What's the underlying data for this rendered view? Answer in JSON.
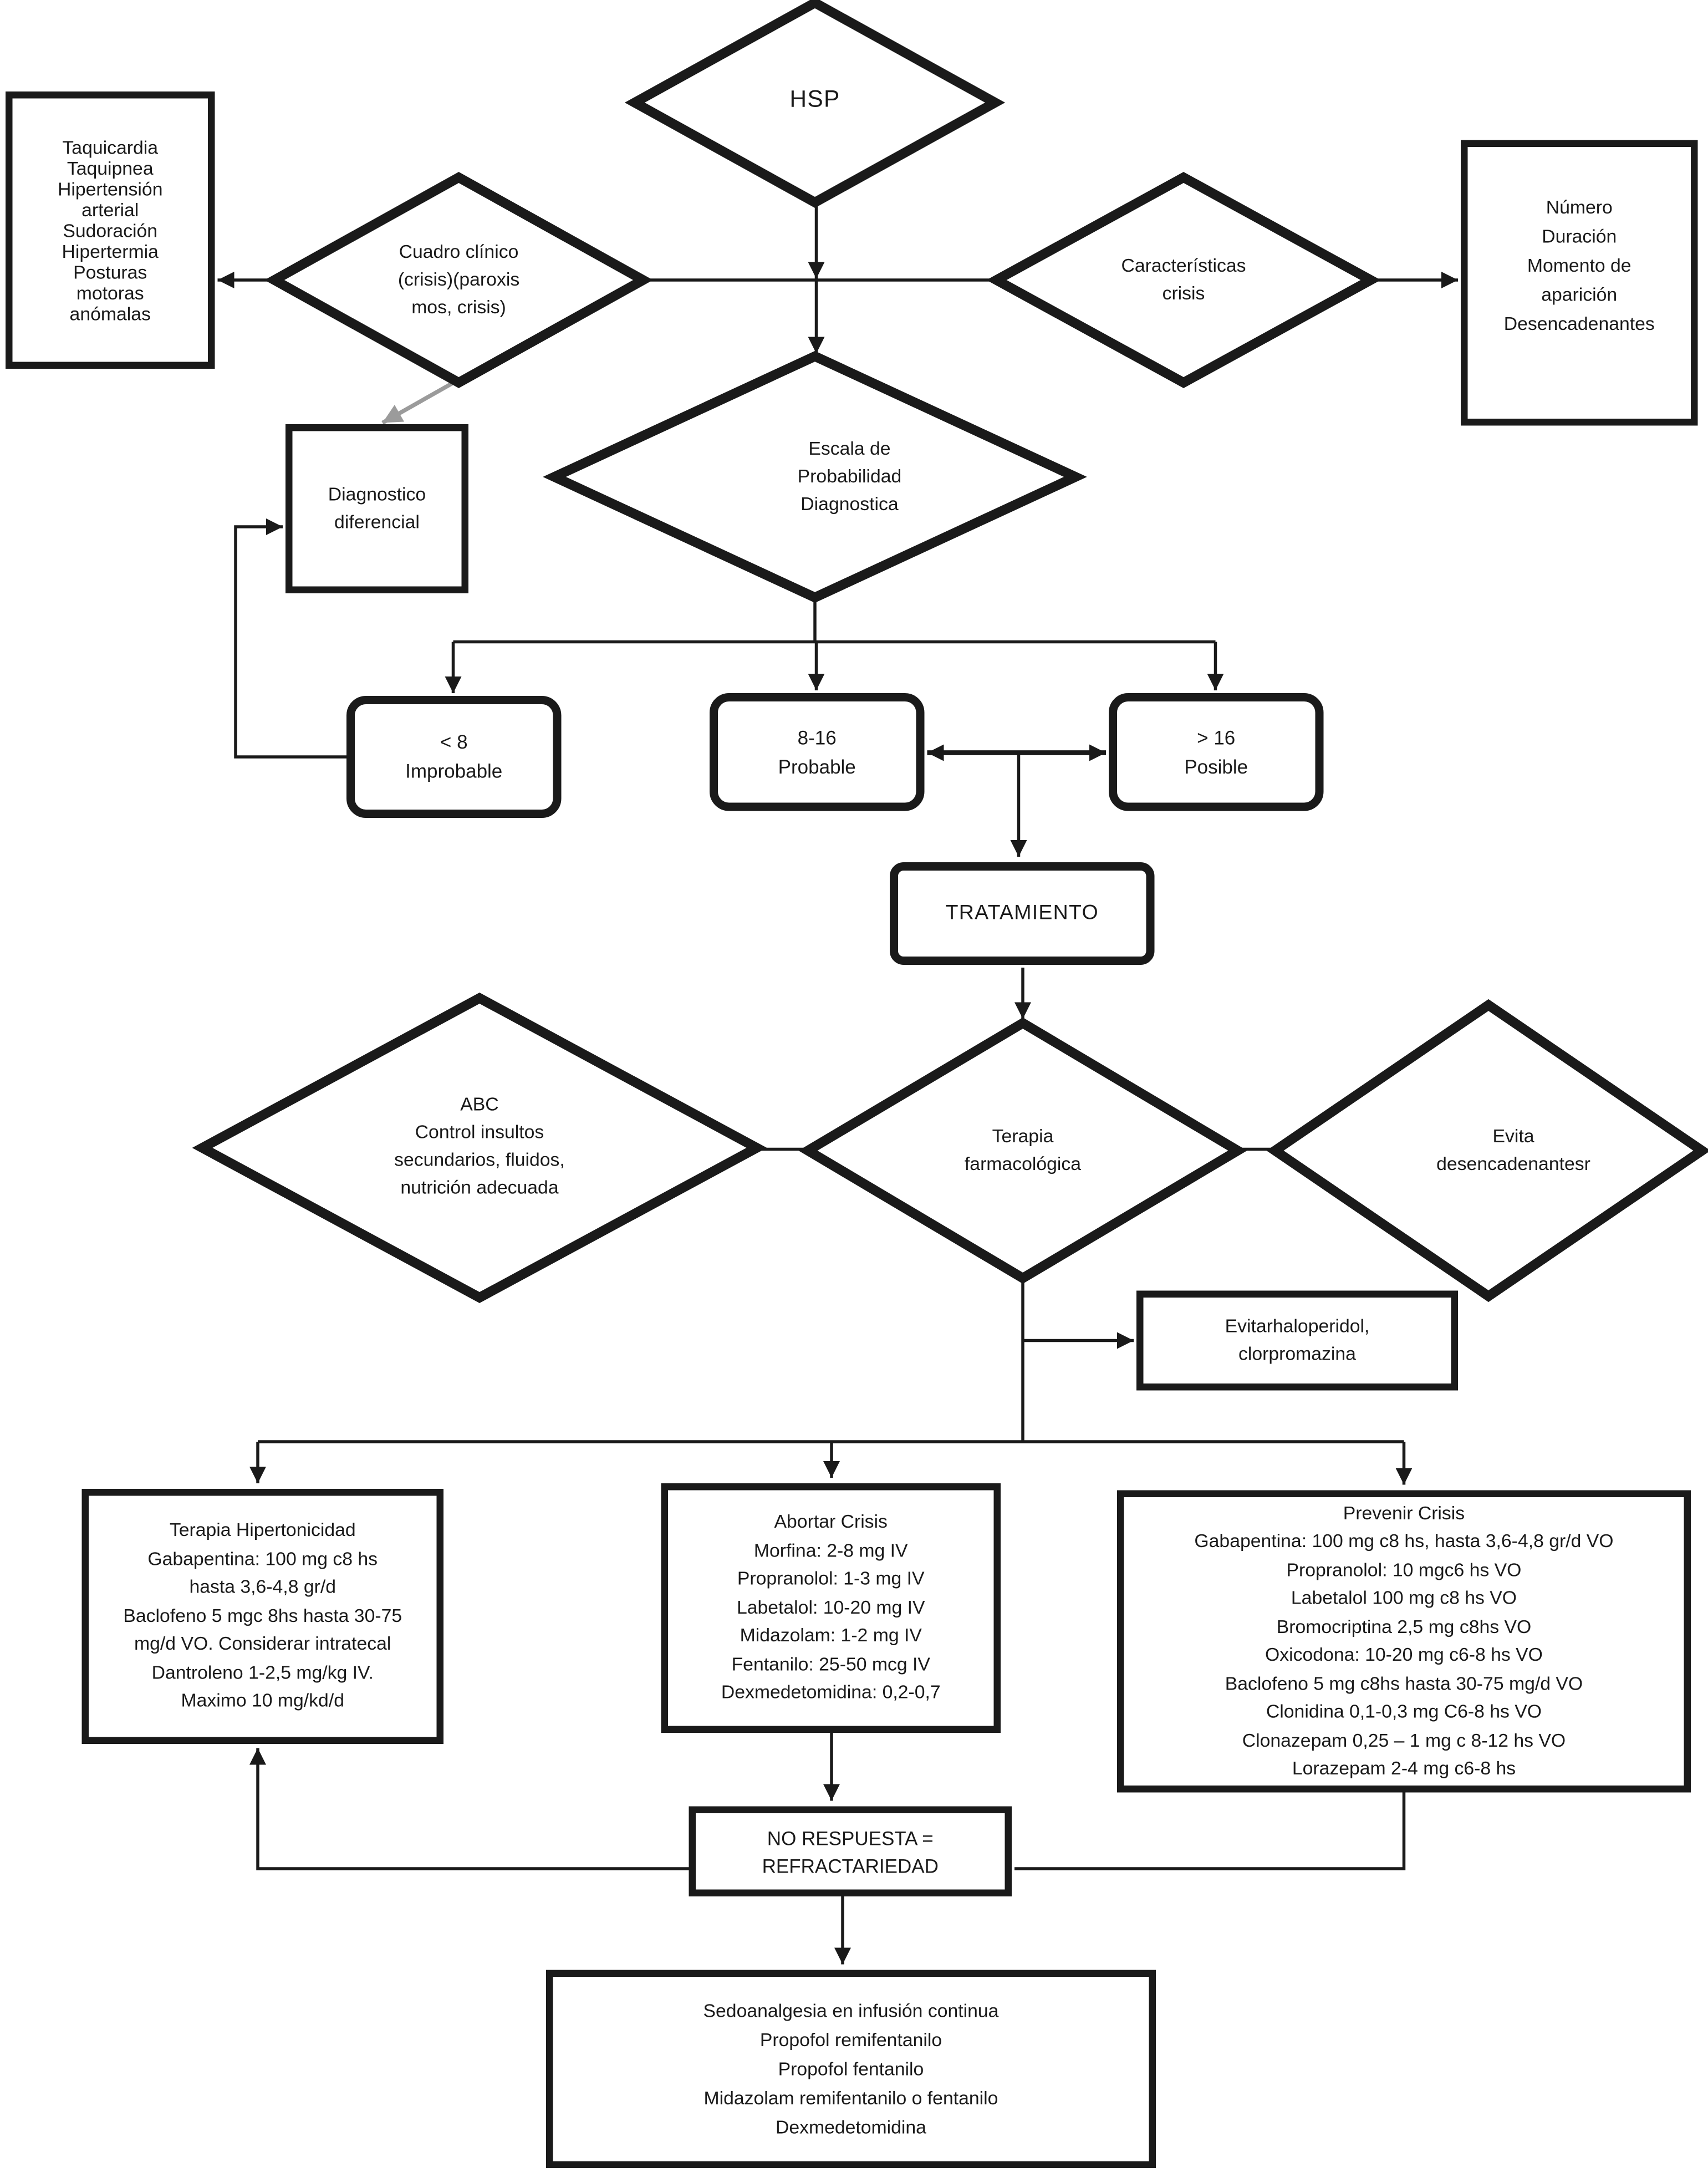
{
  "flowchart": {
    "hsp": {
      "label": "HSP"
    },
    "sintomas_box": {
      "lines": [
        "Taquicardia",
        "Taquipnea",
        "Hipertensión",
        "arterial",
        "Sudoración",
        "Hipertermia",
        "Posturas",
        "motoras",
        "anómalas"
      ]
    },
    "cuadro_clinico": {
      "lines": [
        "Cuadro clínico",
        "(crisis)(paroxis",
        "mos, crisis)"
      ]
    },
    "caracteristicas_crisis": {
      "lines": [
        "Características",
        "crisis"
      ]
    },
    "crisis_box": {
      "lines": [
        "Número",
        "Duración",
        "Momento de",
        "aparición",
        "Desencadenantes"
      ]
    },
    "diagnostico_diferencial": {
      "lines": [
        "Diagnostico",
        "diferencial"
      ]
    },
    "escala": {
      "lines": [
        "Escala de",
        "Probabilidad",
        "Diagnostica"
      ]
    },
    "improbable": {
      "lines": [
        "< 8",
        "Improbable"
      ]
    },
    "probable": {
      "lines": [
        "8-16",
        "Probable"
      ]
    },
    "posible": {
      "lines": [
        "> 16",
        "Posible"
      ]
    },
    "tratamiento": {
      "label": "TRATAMIENTO"
    },
    "abc": {
      "lines": [
        "ABC",
        "Control insultos",
        "secundarios, fluidos,",
        "nutrición adecuada"
      ]
    },
    "terapia_farmacologica": {
      "lines": [
        "Terapia",
        "farmacológica"
      ]
    },
    "evita_desencadenantes": {
      "lines": [
        "Evita",
        "desencadenantesr"
      ]
    },
    "evitar_farmacos": {
      "lines": [
        "Evitarhaloperidol,",
        "clorpromazina"
      ]
    },
    "terapia_hipertonicidad": {
      "lines": [
        "Terapia Hipertonicidad",
        "Gabapentina: 100 mg c8 hs",
        "hasta 3,6-4,8 gr/d",
        "Baclofeno 5 mgc 8hs hasta 30-75",
        "mg/d VO. Considerar intratecal",
        "Dantroleno 1-2,5 mg/kg IV.",
        "Maximo 10 mg/kd/d"
      ]
    },
    "abortar_crisis": {
      "lines": [
        "Abortar Crisis",
        "Morfina: 2-8 mg IV",
        "Propranolol: 1-3 mg IV",
        "Labetalol: 10-20 mg IV",
        "Midazolam: 1-2 mg IV",
        "Fentanilo: 25-50 mcg IV",
        "Dexmedetomidina: 0,2-0,7"
      ]
    },
    "prevenir_crisis": {
      "lines": [
        "Prevenir Crisis",
        "Gabapentina: 100 mg c8 hs, hasta 3,6-4,8 gr/d VO",
        "Propranolol: 10 mgc6 hs VO",
        "Labetalol 100 mg c8 hs VO",
        "Bromocriptina 2,5 mg c8hs VO",
        "Oxicodona: 10-20 mg c6-8 hs VO",
        "Baclofeno 5 mg c8hs hasta 30-75 mg/d VO",
        "Clonidina 0,1-0,3 mg C6-8 hs VO",
        "Clonazepam 0,25 – 1 mg c 8-12 hs VO",
        "Lorazepam 2-4 mg c6-8 hs"
      ]
    },
    "no_respuesta": {
      "lines": [
        "NO RESPUESTA =",
        "REFRACTARIEDAD"
      ]
    },
    "sedoanalgesia": {
      "lines": [
        "Sedoanalgesia en infusión continua",
        "Propofol remifentanilo",
        "Propofol fentanilo",
        "Midazolam remifentanilo o fentanilo",
        "Dexmedetomidina"
      ]
    }
  },
  "colors": {
    "stroke": "#1a1a1a",
    "gray_arrow": "#9b9b9b",
    "background": "#ffffff"
  }
}
